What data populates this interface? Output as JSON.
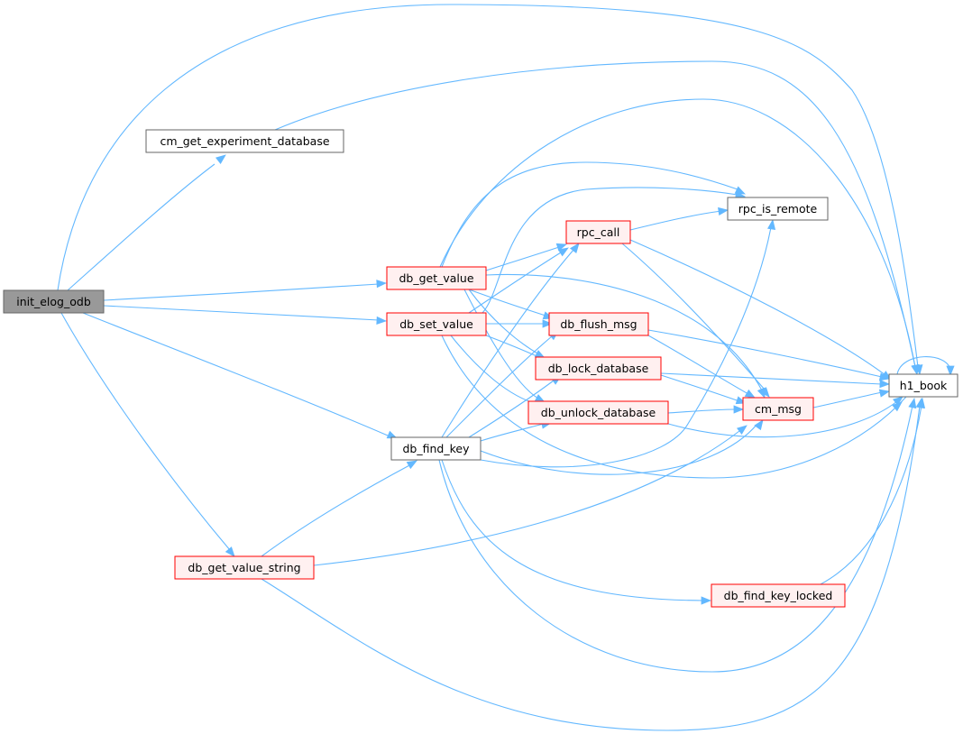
{
  "colors": {
    "edge": "#63b8ff",
    "node_border_default": "#666666",
    "node_border_ref": "#ff0000",
    "node_fill_default": "#ffffff",
    "node_fill_ref": "#fff0f0",
    "node_fill_root": "#999999",
    "node_border_root": "#666666"
  },
  "nodes": [
    {
      "id": "init_elog_odb",
      "label": "init_elog_odb",
      "kind": "root"
    },
    {
      "id": "cm_get_experiment_database",
      "label": "cm_get_experiment_database",
      "kind": "default"
    },
    {
      "id": "db_get_value",
      "label": "db_get_value",
      "kind": "ref"
    },
    {
      "id": "db_set_value",
      "label": "db_set_value",
      "kind": "ref"
    },
    {
      "id": "db_find_key",
      "label": "db_find_key",
      "kind": "default"
    },
    {
      "id": "db_get_value_string",
      "label": "db_get_value_string",
      "kind": "ref"
    },
    {
      "id": "rpc_call",
      "label": "rpc_call",
      "kind": "ref"
    },
    {
      "id": "db_flush_msg",
      "label": "db_flush_msg",
      "kind": "ref"
    },
    {
      "id": "db_lock_database",
      "label": "db_lock_database",
      "kind": "ref"
    },
    {
      "id": "db_unlock_database",
      "label": "db_unlock_database",
      "kind": "ref"
    },
    {
      "id": "rpc_is_remote",
      "label": "rpc_is_remote",
      "kind": "default"
    },
    {
      "id": "cm_msg",
      "label": "cm_msg",
      "kind": "ref"
    },
    {
      "id": "db_find_key_locked",
      "label": "db_find_key_locked",
      "kind": "ref"
    },
    {
      "id": "h1_book",
      "label": "h1_book",
      "kind": "default"
    }
  ],
  "edges": [
    {
      "from": "init_elog_odb",
      "to": "cm_get_experiment_database"
    },
    {
      "from": "init_elog_odb",
      "to": "h1_book"
    },
    {
      "from": "init_elog_odb",
      "to": "db_get_value"
    },
    {
      "from": "init_elog_odb",
      "to": "db_set_value"
    },
    {
      "from": "init_elog_odb",
      "to": "db_find_key"
    },
    {
      "from": "init_elog_odb",
      "to": "db_get_value_string"
    },
    {
      "from": "cm_get_experiment_database",
      "to": "h1_book"
    },
    {
      "from": "db_get_value",
      "to": "rpc_call"
    },
    {
      "from": "db_get_value",
      "to": "rpc_is_remote"
    },
    {
      "from": "db_get_value",
      "to": "db_flush_msg"
    },
    {
      "from": "db_get_value",
      "to": "db_lock_database"
    },
    {
      "from": "db_get_value",
      "to": "db_unlock_database"
    },
    {
      "from": "db_get_value",
      "to": "cm_msg"
    },
    {
      "from": "db_get_value",
      "to": "h1_book"
    },
    {
      "from": "db_set_value",
      "to": "rpc_call"
    },
    {
      "from": "db_set_value",
      "to": "rpc_is_remote"
    },
    {
      "from": "db_set_value",
      "to": "db_flush_msg"
    },
    {
      "from": "db_set_value",
      "to": "db_lock_database"
    },
    {
      "from": "db_set_value",
      "to": "db_unlock_database"
    },
    {
      "from": "db_set_value",
      "to": "h1_book"
    },
    {
      "from": "db_find_key",
      "to": "rpc_call"
    },
    {
      "from": "db_find_key",
      "to": "db_flush_msg"
    },
    {
      "from": "db_find_key",
      "to": "db_lock_database"
    },
    {
      "from": "db_find_key",
      "to": "db_unlock_database"
    },
    {
      "from": "db_find_key",
      "to": "rpc_is_remote"
    },
    {
      "from": "db_find_key",
      "to": "cm_msg"
    },
    {
      "from": "db_find_key",
      "to": "db_find_key_locked"
    },
    {
      "from": "db_find_key",
      "to": "h1_book"
    },
    {
      "from": "db_get_value_string",
      "to": "db_find_key"
    },
    {
      "from": "db_get_value_string",
      "to": "cm_msg"
    },
    {
      "from": "db_get_value_string",
      "to": "h1_book"
    },
    {
      "from": "rpc_call",
      "to": "rpc_is_remote"
    },
    {
      "from": "rpc_call",
      "to": "cm_msg"
    },
    {
      "from": "rpc_call",
      "to": "h1_book"
    },
    {
      "from": "db_flush_msg",
      "to": "cm_msg"
    },
    {
      "from": "db_flush_msg",
      "to": "h1_book"
    },
    {
      "from": "db_lock_database",
      "to": "cm_msg"
    },
    {
      "from": "db_lock_database",
      "to": "h1_book"
    },
    {
      "from": "db_unlock_database",
      "to": "cm_msg"
    },
    {
      "from": "db_unlock_database",
      "to": "h1_book"
    },
    {
      "from": "cm_msg",
      "to": "h1_book"
    },
    {
      "from": "db_find_key_locked",
      "to": "h1_book"
    },
    {
      "from": "h1_book",
      "to": "h1_book"
    }
  ]
}
